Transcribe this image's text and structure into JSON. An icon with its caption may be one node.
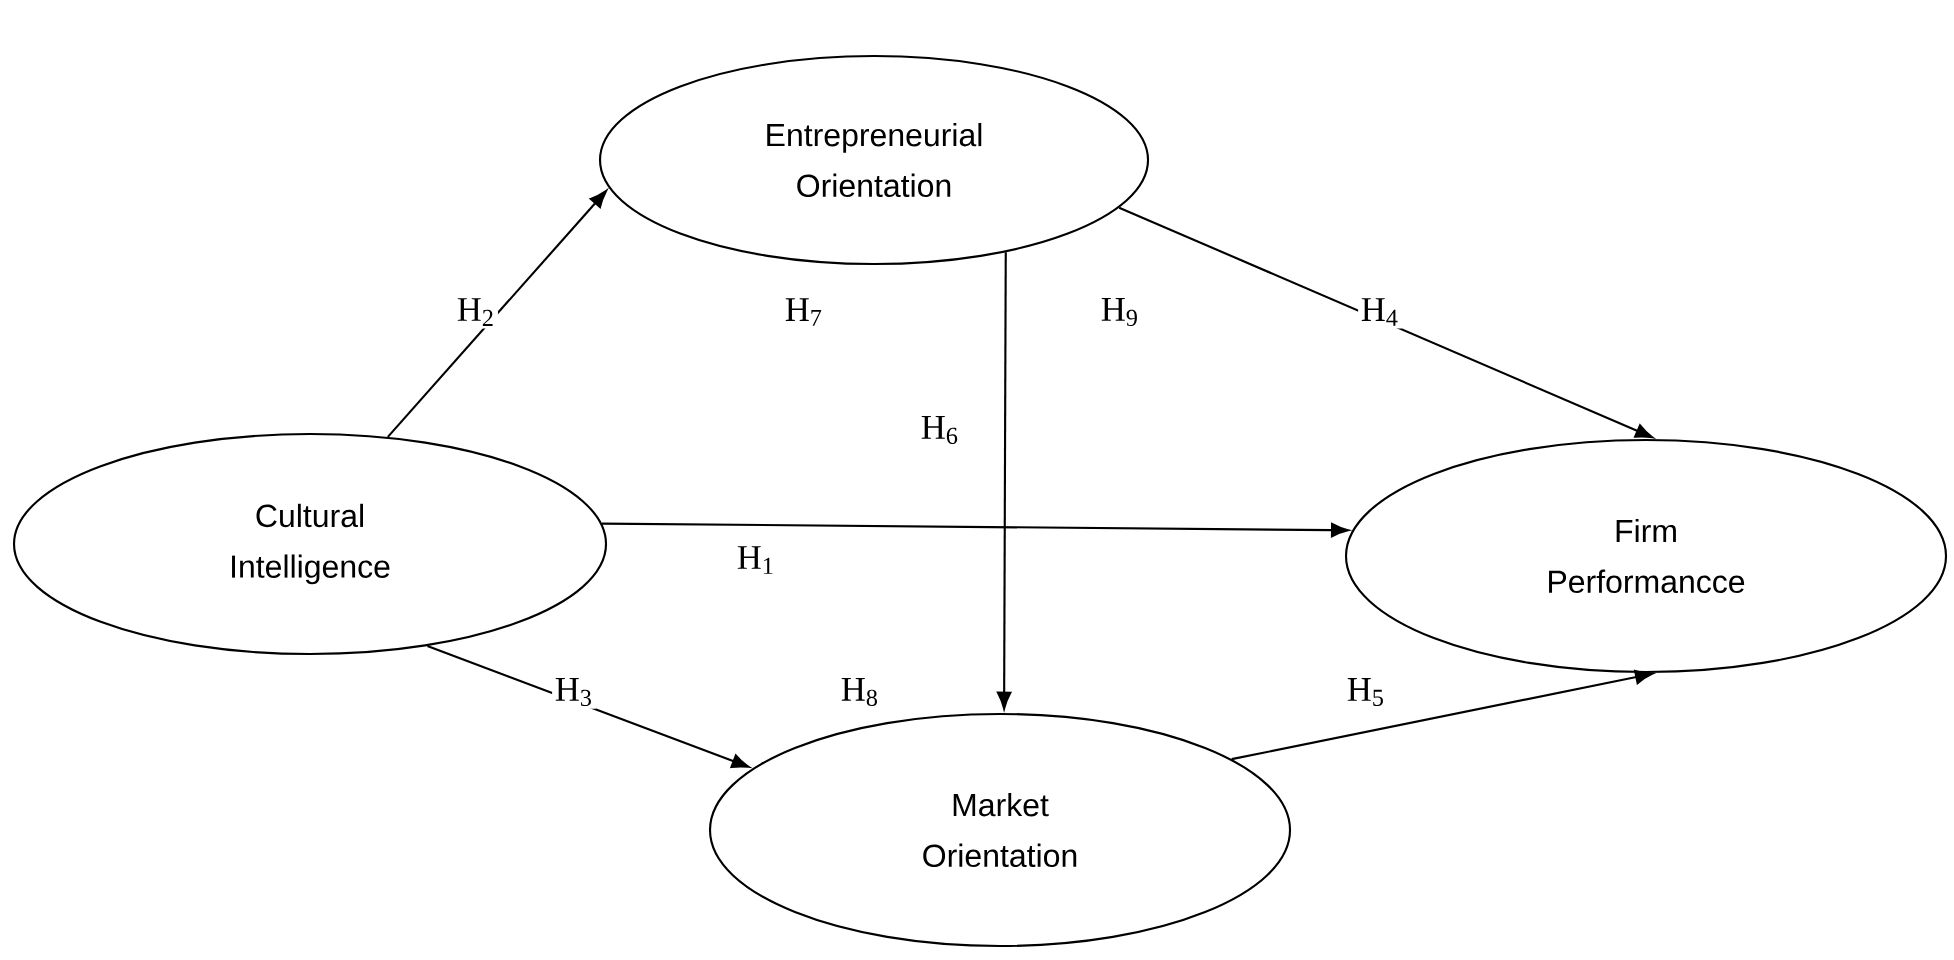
{
  "diagram": {
    "nodes": [
      {
        "text": [
          "Entrepreneurial Orientation"
        ]
      },
      {
        "text": [
          "Cultural Intelligence"
        ]
      },
      {
        "text": [
          "Firm Performancce"
        ]
      },
      {
        "text": [
          "Market Orientation"
        ]
      }
    ],
    "edges": [
      {
        "from": 1,
        "to": 0,
        "arrow": "to",
        "label": "H$_{2}$"
      },
      {
        "from": 1,
        "to": 2,
        "arrow": "to",
        "label": "H$_{1}$"
      },
      {
        "from": 1,
        "to": 3,
        "arrow": "to",
        "label": "H$_{3}$"
      },
      {
        "from": 0,
        "to": 3,
        "arrow": "to",
        "label": "H$_{6}$"
      },
      {
        "from": 0,
        "to": 2,
        "arrow": "to",
        "label": "H$_{4}$"
      },
      {
        "from": 3,
        "to": 2,
        "arrow": "to",
        "label": "H$_{5}$"
      }
    ],
    "labels": [
      "H$_{7}$",
      "H$_{9}$",
      "H$_{8}$"
    ]
  }
}
